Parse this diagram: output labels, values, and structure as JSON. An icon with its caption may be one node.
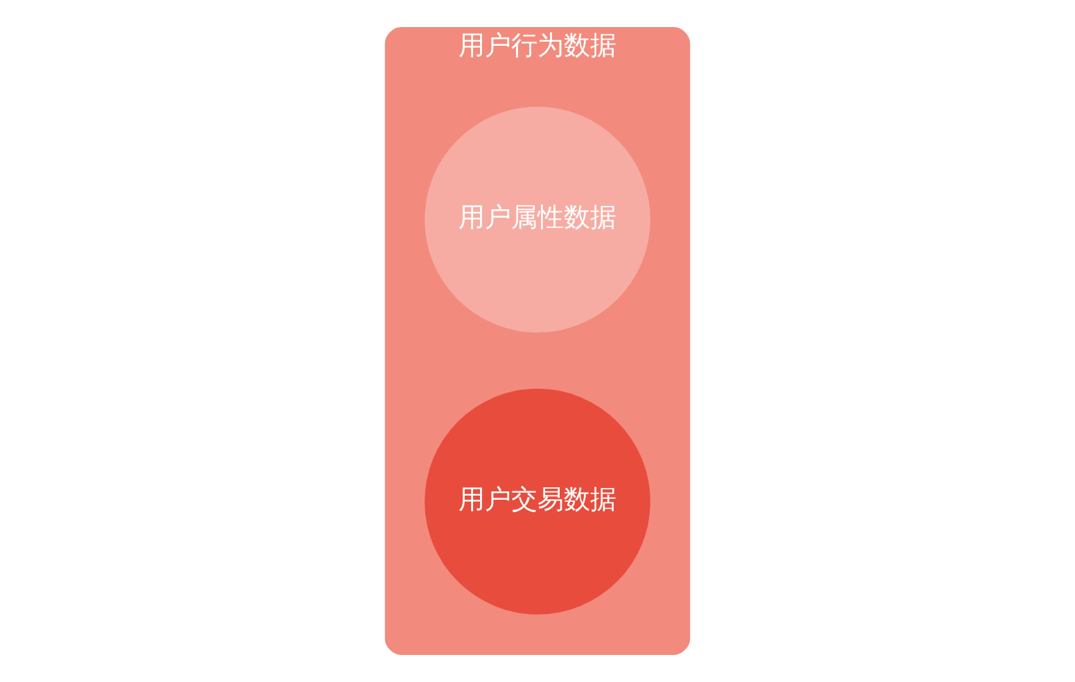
{
  "diagram": {
    "nodes": [
      {
        "text": [
          "用户行为数据"
        ]
      },
      {
        "text": [
          "用户属性数据"
        ],
        "in": 0
      },
      {
        "text": [
          "用户交易数据"
        ],
        "in": 0
      }
    ]
  }
}
